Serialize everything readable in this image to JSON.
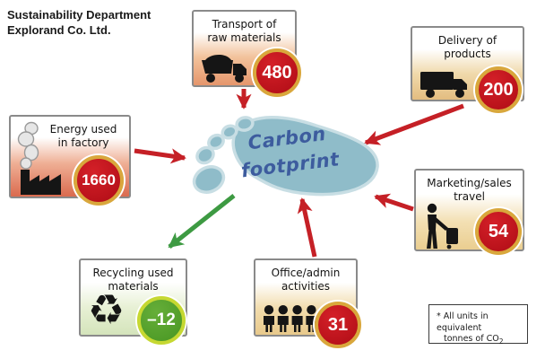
{
  "header": {
    "title_line1": "Sustainability Department",
    "title_line2": "Explorand Co. Ltd."
  },
  "footprint": {
    "label_line1": "Carbon",
    "label_line2": "footprint"
  },
  "nodes": [
    {
      "id": "transport",
      "label_line1": "Transport of",
      "label_line2": "raw materials",
      "value": "480",
      "icon": "dump-truck-icon",
      "kind": "emission"
    },
    {
      "id": "delivery",
      "label_line1": "Delivery of",
      "label_line2": "products",
      "value": "200",
      "icon": "delivery-truck-icon",
      "kind": "emission"
    },
    {
      "id": "energy",
      "label_line1": "Energy used",
      "label_line2": "in factory",
      "value": "1660",
      "icon": "factory-icon",
      "kind": "emission"
    },
    {
      "id": "marketing",
      "label_line1": "Marketing/sales",
      "label_line2": "travel",
      "value": "54",
      "icon": "traveler-luggage-icon",
      "kind": "emission"
    },
    {
      "id": "recycling",
      "label_line1": "Recycling used",
      "label_line2": "materials",
      "value": "–12",
      "icon": "recycle-icon",
      "kind": "reduction",
      "glyph": "♻"
    },
    {
      "id": "office",
      "label_line1": "Office/admin",
      "label_line2": "activities",
      "value": "31",
      "icon": "people-icon",
      "kind": "emission"
    }
  ],
  "arrows": [
    {
      "from": "transport",
      "to": "footprint",
      "color": "red"
    },
    {
      "from": "delivery",
      "to": "footprint",
      "color": "red"
    },
    {
      "from": "energy",
      "to": "footprint",
      "color": "red"
    },
    {
      "from": "marketing",
      "to": "footprint",
      "color": "red"
    },
    {
      "from": "office",
      "to": "footprint",
      "color": "red"
    },
    {
      "from": "footprint",
      "to": "recycling",
      "color": "green"
    }
  ],
  "footnote": {
    "line1": "* All units in equivalent",
    "line2_text": "tonnes of CO",
    "line2_subscript": "2"
  },
  "colors": {
    "emission_badge": "#c4161c",
    "badge_ring_gold": "#d9a73c",
    "reduction_badge": "#55a32c",
    "badge_ring_lime": "#c6d832",
    "arrow_red": "#c52026",
    "arrow_green": "#3d9a42",
    "footprint_fill": "#8fbcc9",
    "footprint_text": "#3d5c9e"
  }
}
